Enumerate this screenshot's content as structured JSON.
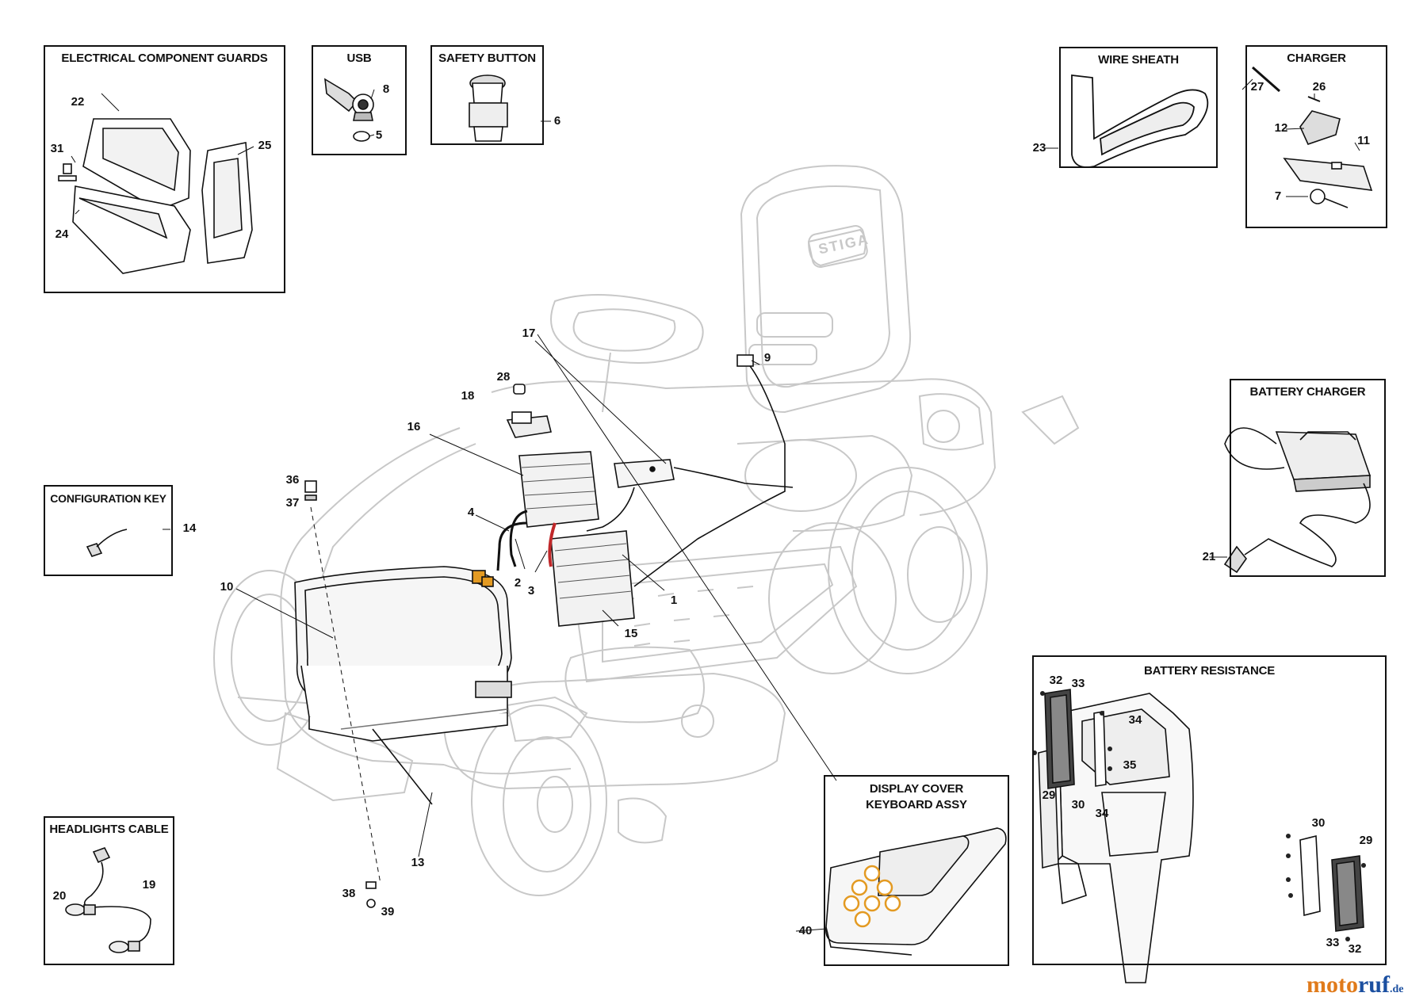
{
  "diagram": {
    "boxes": [
      {
        "id": "electrical_component_guards",
        "title": "ELECTRICAL COMPONENT GUARDS"
      },
      {
        "id": "usb",
        "title": "USB"
      },
      {
        "id": "safety_button",
        "title": "SAFETY BUTTON"
      },
      {
        "id": "wire_sheath",
        "title": "WIRE SHEATH"
      },
      {
        "id": "charger",
        "title": "CHARGER"
      },
      {
        "id": "battery_charger",
        "title": "BATTERY CHARGER"
      },
      {
        "id": "configuration_key",
        "title": "CONFIGURATION KEY"
      },
      {
        "id": "battery_resistance",
        "title": "BATTERY RESISTANCE"
      },
      {
        "id": "display_cover",
        "title": "DISPLAY COVER KEYBOARD ASSY"
      },
      {
        "id": "headlights_cable",
        "title": "HEADLIGHTS CABLE"
      }
    ],
    "callouts": [
      "22",
      "31",
      "24",
      "25",
      "8",
      "5",
      "6",
      "23",
      "27",
      "26",
      "12",
      "11",
      "7",
      "21",
      "14",
      "17",
      "9",
      "28",
      "18",
      "16",
      "36",
      "37",
      "4",
      "2",
      "3",
      "1",
      "15",
      "10",
      "13",
      "38",
      "39",
      "40",
      "20",
      "19",
      "32",
      "33",
      "34",
      "35",
      "29",
      "30",
      "30",
      "29",
      "33",
      "32",
      "34"
    ],
    "logo_text": "STIGA"
  },
  "brand": {
    "part1": "moto",
    "part2": "ruf",
    "suffix": ".de"
  },
  "colors": {
    "line": "#111111",
    "ghost": "#c8c8c8",
    "accent_orange": "#e39a22",
    "cable_red": "#c0282a",
    "brand_orange": "#e07a1a",
    "brand_blue": "#1b4fa0"
  }
}
